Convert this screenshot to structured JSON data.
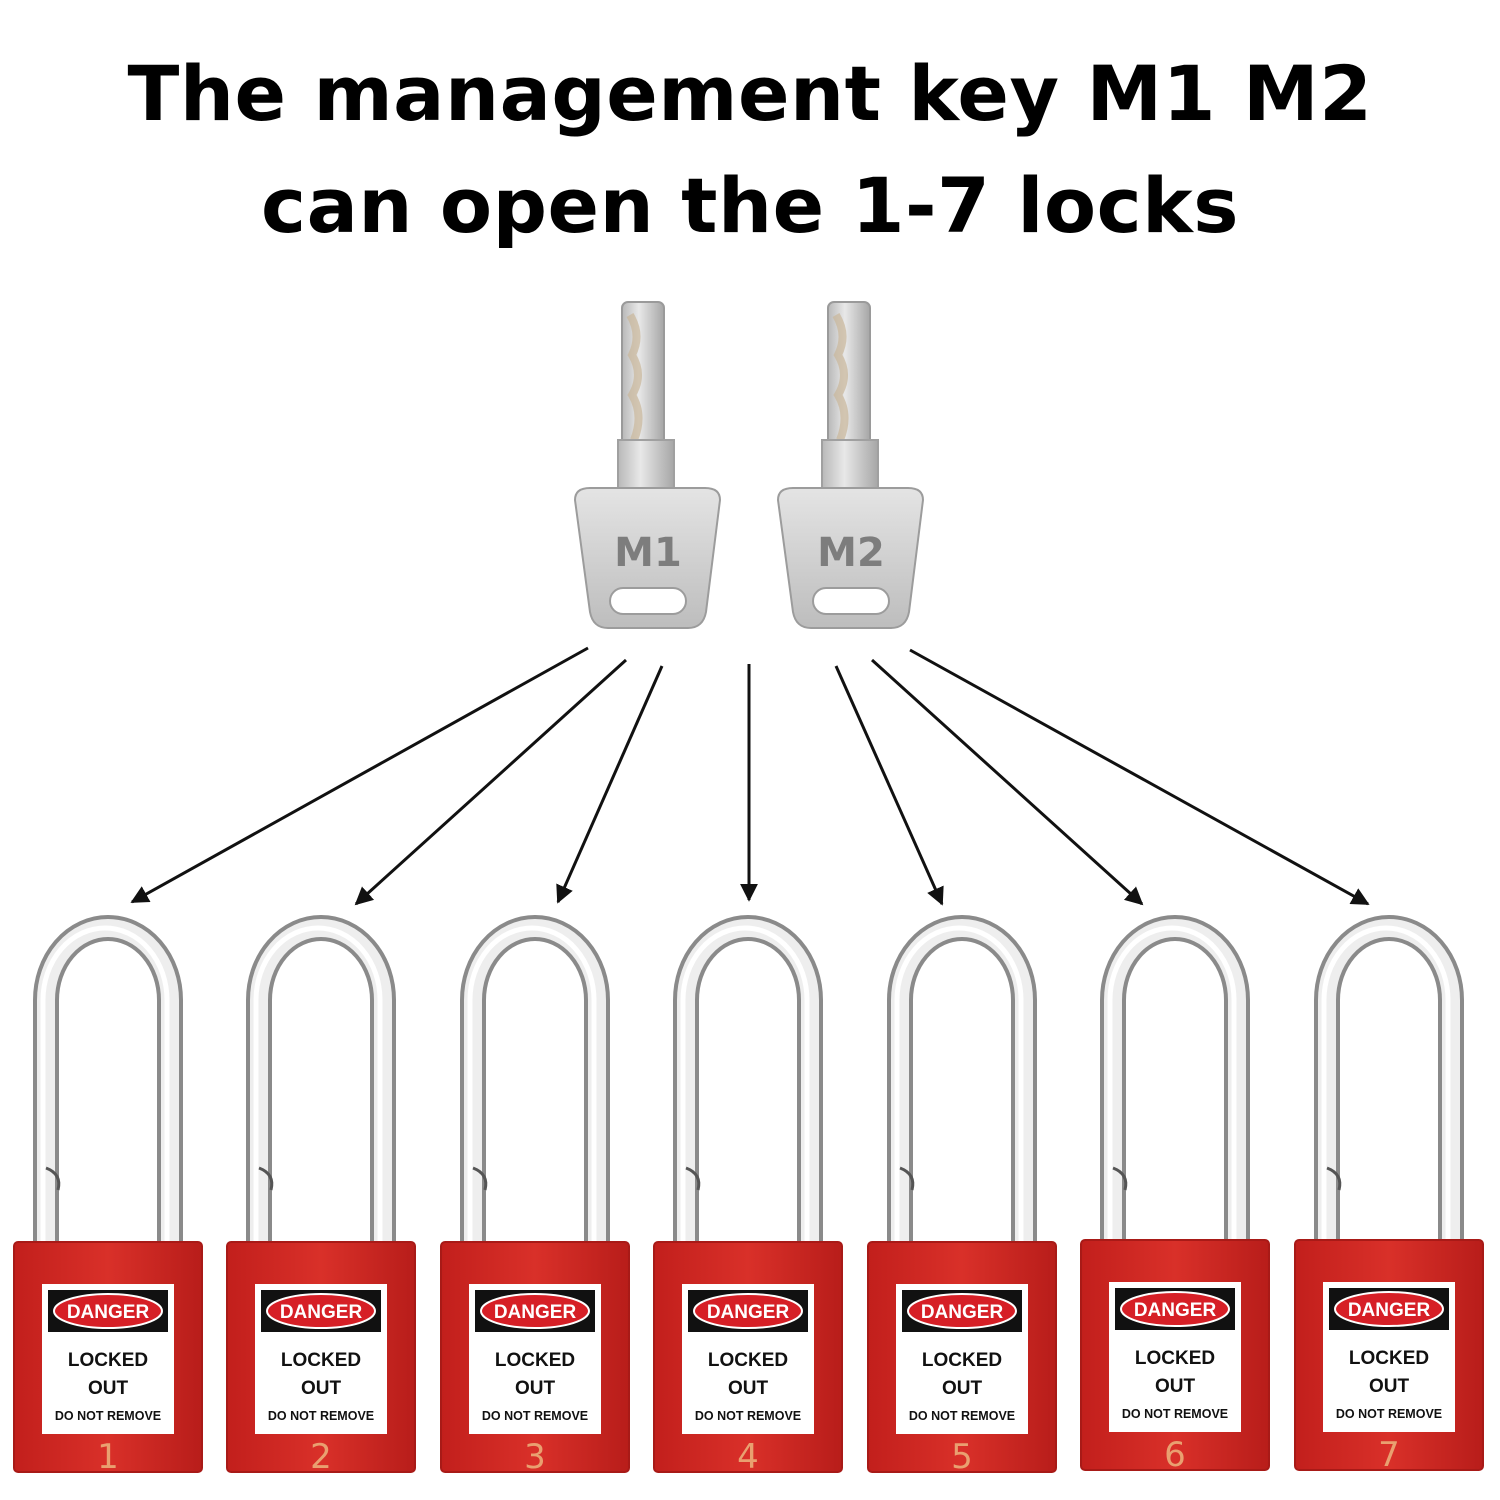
{
  "headline": {
    "line1": "The management key M1 M2",
    "line2": "can open the 1-7 locks"
  },
  "keys": [
    {
      "label": "M1"
    },
    {
      "label": "M2"
    }
  ],
  "locks": [
    {
      "number": "1",
      "tag_header": "DANGER",
      "tag_line1": "LOCKED",
      "tag_line2": "OUT",
      "tag_line3": "DO NOT REMOVE"
    },
    {
      "number": "2",
      "tag_header": "DANGER",
      "tag_line1": "LOCKED",
      "tag_line2": "OUT",
      "tag_line3": "DO NOT REMOVE"
    },
    {
      "number": "3",
      "tag_header": "DANGER",
      "tag_line1": "LOCKED",
      "tag_line2": "OUT",
      "tag_line3": "DO NOT REMOVE"
    },
    {
      "number": "4",
      "tag_header": "DANGER",
      "tag_line1": "LOCKED",
      "tag_line2": "OUT",
      "tag_line3": "DO NOT REMOVE"
    },
    {
      "number": "5",
      "tag_header": "DANGER",
      "tag_line1": "LOCKED",
      "tag_line2": "OUT",
      "tag_line3": "DO NOT REMOVE"
    },
    {
      "number": "6",
      "tag_header": "DANGER",
      "tag_line1": "LOCKED",
      "tag_line2": "OUT",
      "tag_line3": "DO NOT REMOVE"
    },
    {
      "number": "7",
      "tag_header": "DANGER",
      "tag_line1": "LOCKED",
      "tag_line2": "OUT",
      "tag_line3": "DO NOT REMOVE"
    }
  ],
  "colors": {
    "lock_body": "#d42a25",
    "tag_header_bg": "#111111",
    "danger_oval": "#d61f26",
    "number": "#e9a070",
    "arrow": "#111111"
  }
}
